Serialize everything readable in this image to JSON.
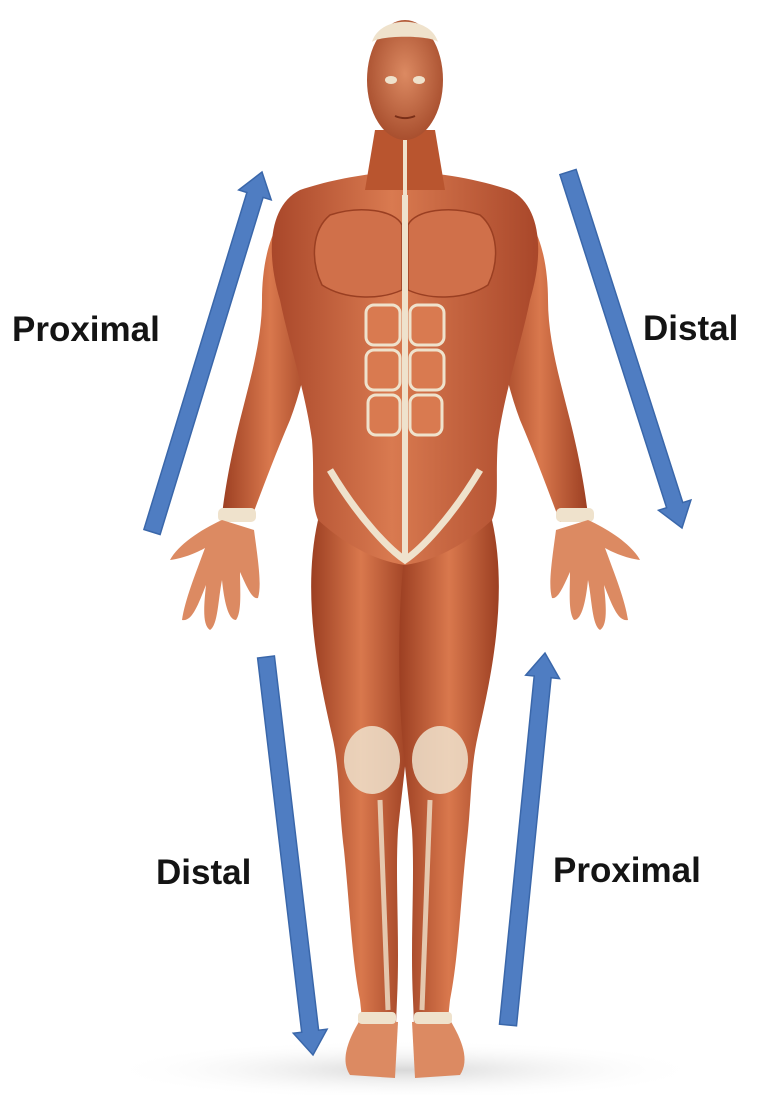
{
  "labels": {
    "upper_left": "Proximal",
    "upper_right": "Distal",
    "lower_left": "Distal",
    "lower_right": "Proximal"
  },
  "figure": {
    "subject": "human-muscular-anatomy-front-view"
  },
  "colors": {
    "arrow_fill": "#4f7dc2",
    "arrow_stroke": "#3a67aa",
    "label_text": "#141414",
    "muscle_base": "#c8643e",
    "muscle_dark": "#9a3f22",
    "muscle_light": "#e08a5e",
    "tendon": "#efe2cc",
    "background": "#ffffff"
  }
}
